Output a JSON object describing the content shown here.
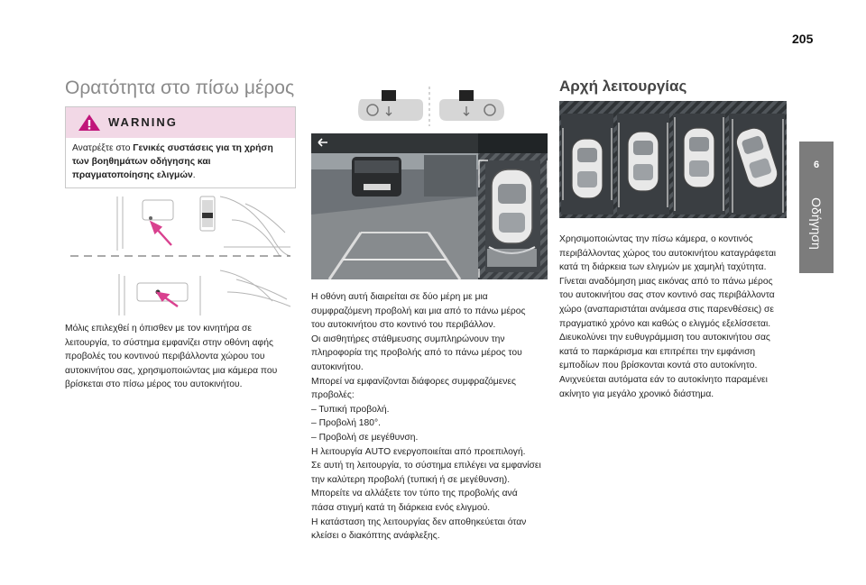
{
  "page": {
    "number": "205"
  },
  "chapter": {
    "number": "6",
    "name": "Οδήγηση"
  },
  "section": {
    "title": "Ορατότητα στο πίσω μέρος"
  },
  "warning": {
    "label": "WARNING",
    "text_lines": [
      {
        "pre": "Ανατρέξτε στο ",
        "bold": "Γενικές συστάσεις για τη χρήση"
      },
      {
        "pre": "",
        "bold": "των βοηθημάτων οδήγησης και"
      },
      {
        "pre": "",
        "bold": "πραγματοποίησης ελιγμών",
        "post": "."
      }
    ]
  },
  "paragraph1": [
    "Μόλις επιλεχθεί η όπισθεν με τον κινητήρα σε",
    "λειτουργία, το σύστημα εμφανίζει στην οθόνη αφής",
    "προβολές του κοντινού περιβάλλοντα χώρου του",
    "αυτοκινήτου σας, χρησιμοποιώντας μια κάμερα που",
    "βρίσκεται στο πίσω μέρος του αυτοκινήτου."
  ],
  "paragraph2": [
    "Η οθόνη αυτή διαιρείται σε δύο μέρη με μια",
    "συμφραζόμενη προβολή και μια από το πάνω μέρος",
    "του αυτοκινήτου στο κοντινό του περιβάλλον.",
    "Οι αισθητήρες στάθμευσης συμπληρώνουν την",
    "πληροφορία της προβολής από το πάνω μέρος του",
    "αυτοκινήτου.",
    "Μπορεί να εμφανίζονται διάφορες συμφραζόμενες",
    "προβολές:",
    "–  Τυπική προβολή.",
    "–  Προβολή 180°.",
    "–  Προβολή σε μεγέθυνση.",
    "Η λειτουργία AUTO ενεργοποιείται από προεπιλογή.",
    "Σε αυτή τη λειτουργία, το σύστημα επιλέγει να εμφανίσει",
    "την καλύτερη προβολή (τυπική ή σε μεγέθυνση).",
    "Μπορείτε να αλλάξετε τον τύπο της προβολής ανά",
    "πάσα στιγμή κατά τη διάρκεια ενός ελιγμού.",
    "Η κατάσταση της λειτουργίας δεν αποθηκεύεται όταν",
    "κλείσει ο διακόπτης ανάφλεξης."
  ],
  "section2": {
    "title": "Αρχή λειτουργίας"
  },
  "paragraph3": [
    "Χρησιμοποιώντας την πίσω κάμερα, ο κοντινός",
    "περιβάλλοντας χώρος του αυτοκινήτου καταγράφεται",
    "κατά τη διάρκεια των ελιγμών με χαμηλή ταχύτητα.",
    "Γίνεται αναδόμηση μιας εικόνας από το πάνω μέρος",
    "του αυτοκινήτου σας στον κοντινό σας περιβάλλοντα",
    "χώρο (αναπαριστάται ανάμεσα στις παρενθέσεις) σε",
    "πραγματικό χρόνο και καθώς ο ελιγμός εξελίσσεται.",
    "Διευκολύνει την ευθυγράμμιση του αυτοκινήτου σας",
    "κατά το παρκάρισμα και επιτρέπει την εμφάνιση",
    "εμποδίων που βρίσκονται κοντά στο αυτοκίνητο.",
    "Ανιχνεύεται αυτόματα εάν το αυτοκίνητο παραμένει",
    "ακίνητο για μεγάλο χρονικό διάστημα."
  ],
  "colors": {
    "warning_bg": "#f2d8e6",
    "chapter_tab": "#7c7c7c",
    "arrow": "#d9418f",
    "screen_bg": "#3a3d40"
  },
  "icons": {
    "back": "arrow-left-icon",
    "warning": "warning-triangle-icon"
  }
}
